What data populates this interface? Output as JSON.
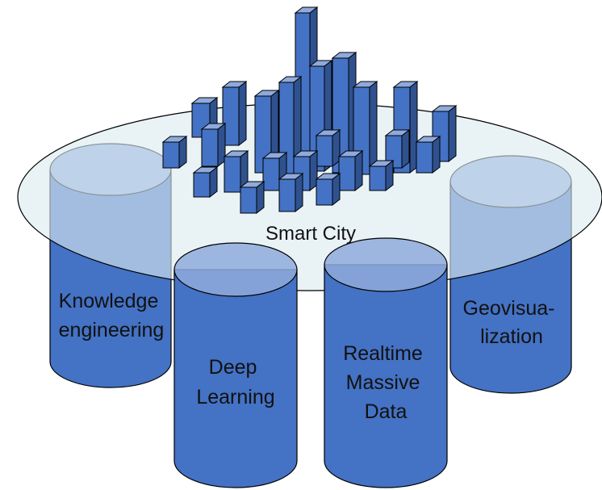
{
  "diagram": {
    "center": {
      "label": "Smart City"
    },
    "pillars": [
      {
        "id": "knowledge",
        "lines": [
          "Knowledge",
          "engineering"
        ]
      },
      {
        "id": "deep",
        "lines": [
          "Deep",
          "Learning"
        ]
      },
      {
        "id": "realtime",
        "lines": [
          "Realtime",
          "Massive",
          "Data"
        ]
      },
      {
        "id": "geo",
        "lines": [
          "Geovisua-",
          "lization"
        ]
      }
    ]
  },
  "colors": {
    "cylinder_body": "#4472c4",
    "cylinder_top": "#8faadc",
    "disc_fill": "#dcecf0",
    "building_front": "#4472c4",
    "building_side": "#2f528f",
    "building_top": "#8faadc",
    "outline": "#000000"
  }
}
